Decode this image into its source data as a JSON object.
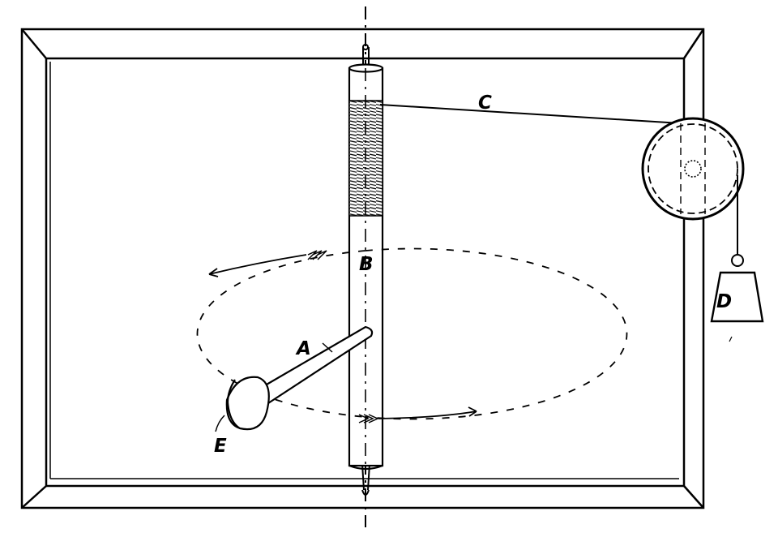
{
  "labels": {
    "A": "A",
    "B": "B",
    "C": "C",
    "D": "D",
    "E": "E"
  },
  "colors": {
    "ink": "#000000",
    "paper": "#ffffff"
  }
}
